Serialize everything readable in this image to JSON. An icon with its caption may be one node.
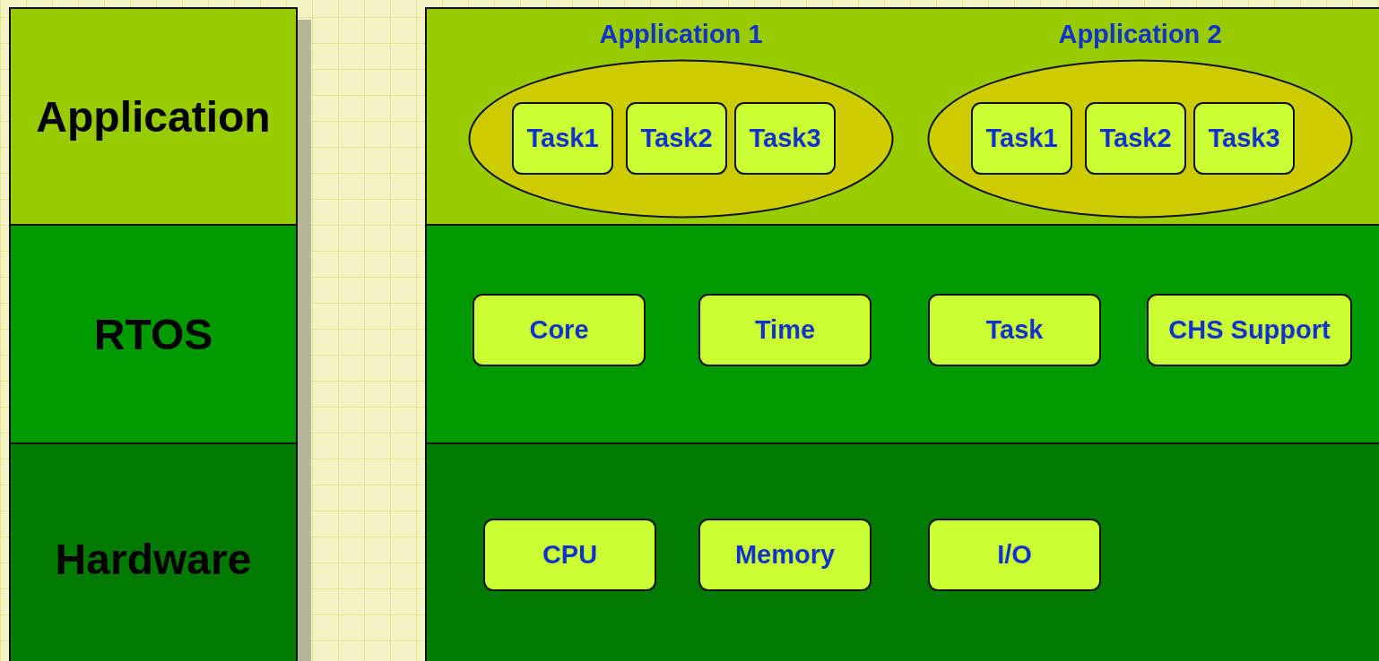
{
  "diagram": {
    "nodes": [
      {
        "text": [
          "Application"
        ]
      },
      {
        "text": [],
        "shape": "box"
      },
      {
        "text": [
          "Application 1"
        ],
        "in": 1
      },
      {
        "text": [
          "Task1"
        ],
        "in": 2
      },
      {
        "text": [
          "Task2"
        ],
        "in": 2
      },
      {
        "text": [
          "Task3"
        ],
        "in": 2
      },
      {
        "text": [
          "Application 2"
        ],
        "in": 1
      },
      {
        "text": [
          "Task1"
        ],
        "in": 6
      },
      {
        "text": [
          "Task2"
        ],
        "in": 6
      },
      {
        "text": [
          "Task3"
        ],
        "in": 6
      },
      {
        "text": [
          "RTOS"
        ]
      },
      {
        "text": [],
        "shape": "box"
      },
      {
        "text": [
          "Core"
        ],
        "in": 11
      },
      {
        "text": [
          "Time"
        ],
        "in": 11
      },
      {
        "text": [
          "Task"
        ],
        "in": 11
      },
      {
        "text": [
          "CHS Support"
        ],
        "in": 11
      },
      {
        "text": [
          "Hardware"
        ]
      },
      {
        "text": [],
        "shape": "box"
      },
      {
        "text": [
          "CPU"
        ],
        "in": 17
      },
      {
        "text": [
          "Memory"
        ],
        "in": 17
      },
      {
        "text": [
          "I/O"
        ],
        "in": 17
      }
    ]
  }
}
